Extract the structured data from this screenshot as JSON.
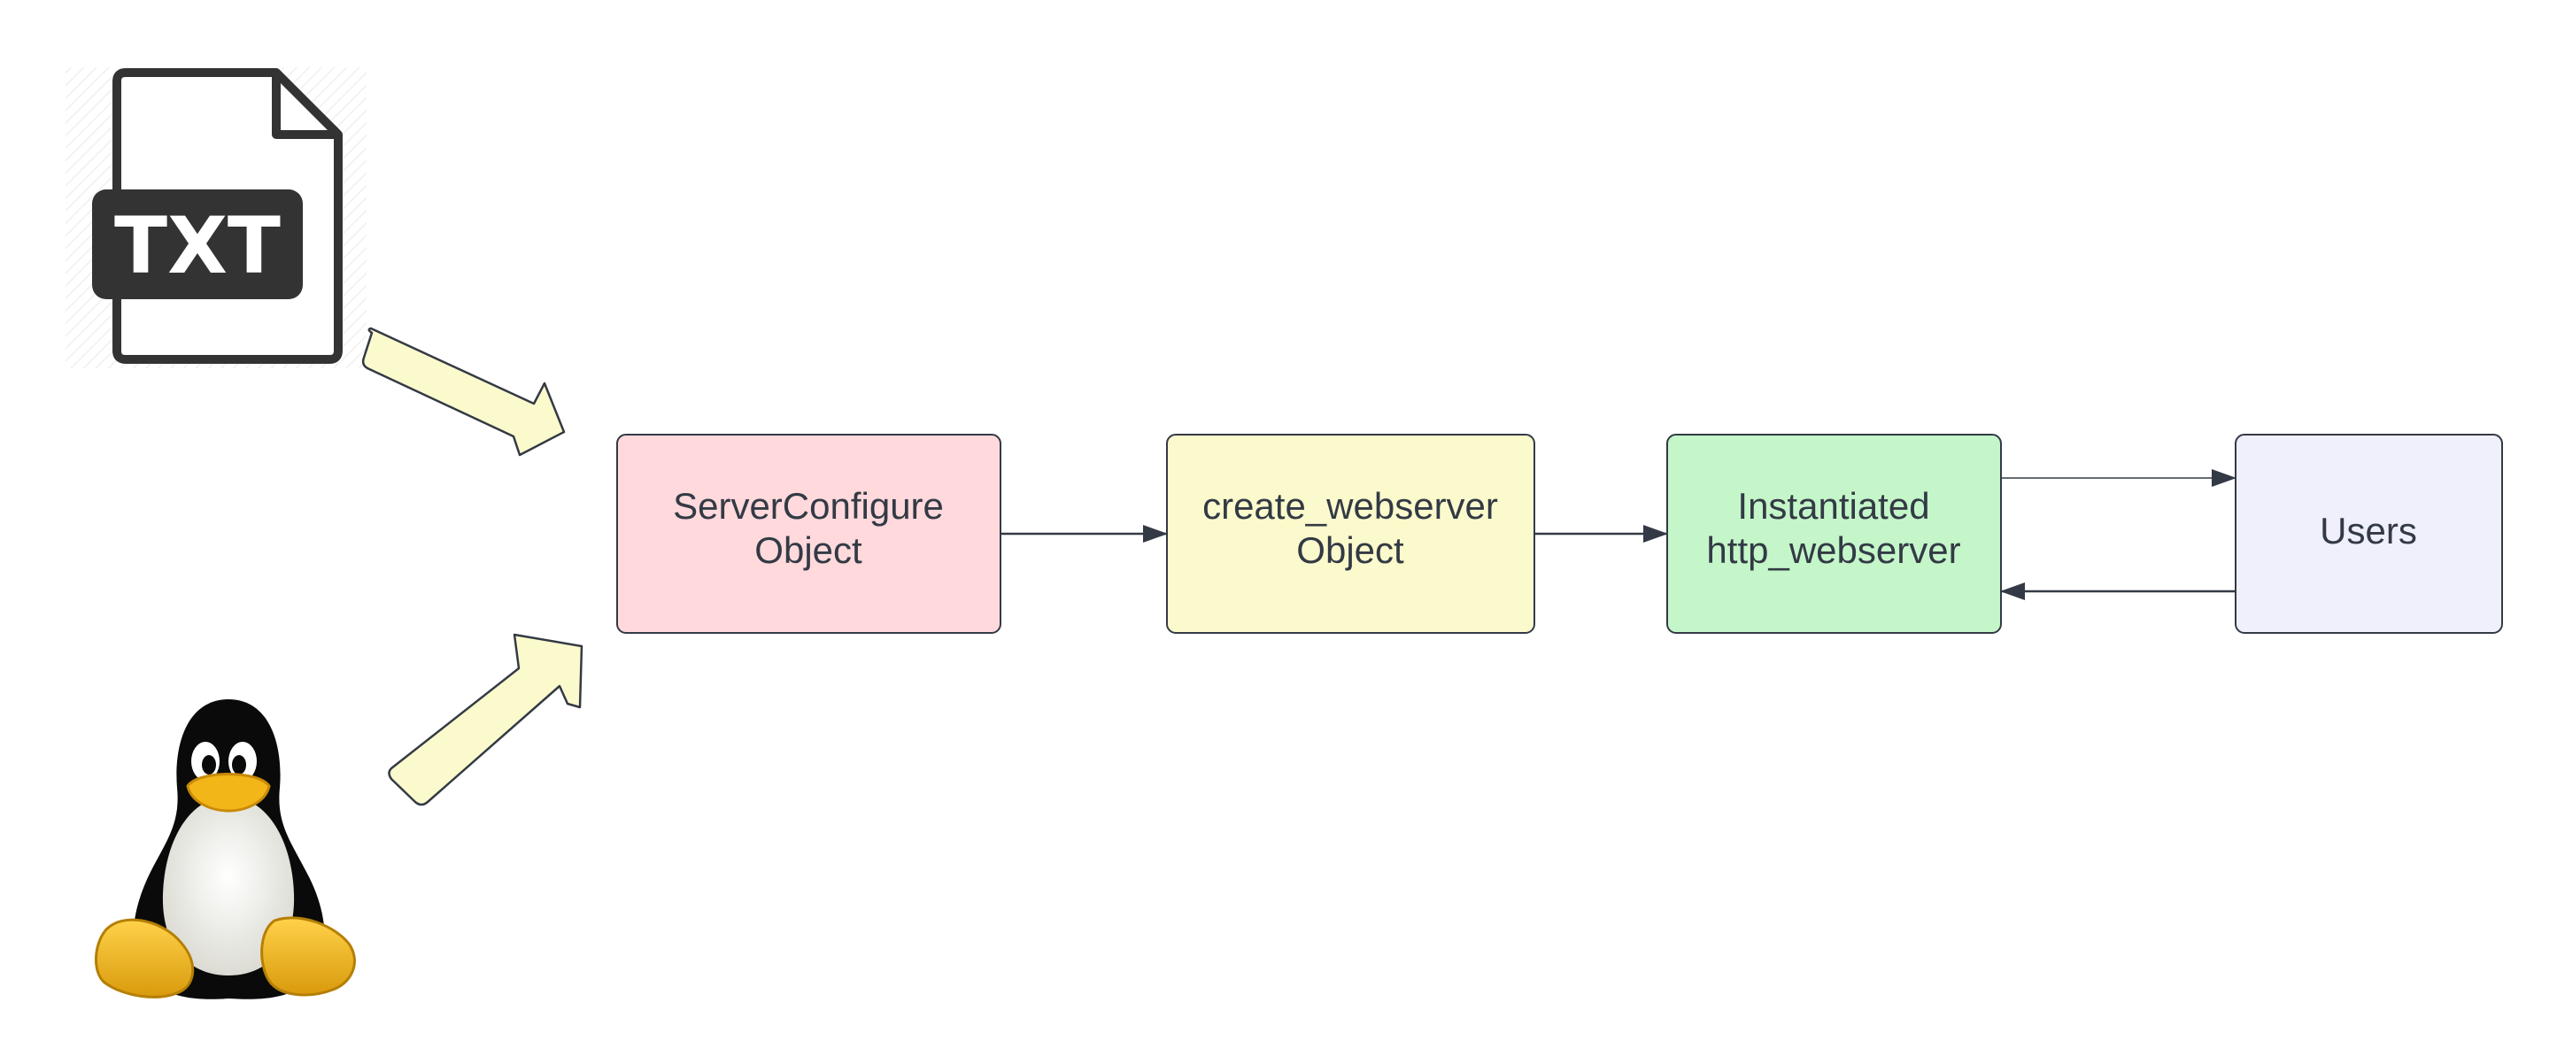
{
  "icons": {
    "txt_file": {
      "name": "txt-file-icon",
      "label": "TXT"
    },
    "linux": {
      "name": "linux-penguin-icon"
    }
  },
  "nodes": {
    "server_configure": {
      "line1": "ServerConfigure",
      "line2": "Object",
      "fill": "#ffd9dc"
    },
    "create_webserver": {
      "line1": "create_webserver",
      "line2": "Object",
      "fill": "#fbfacc"
    },
    "instantiated": {
      "line1": "Instantiated",
      "line2": "http_webserver",
      "fill": "#c4f6c9"
    },
    "users": {
      "line1": "Users",
      "fill": "#f0f0fc"
    }
  },
  "colors": {
    "stroke": "#333a45",
    "arrow_block_fill": "#fbfacc",
    "txt_icon": "#333333",
    "penguin_yellow": "#f2b619"
  }
}
